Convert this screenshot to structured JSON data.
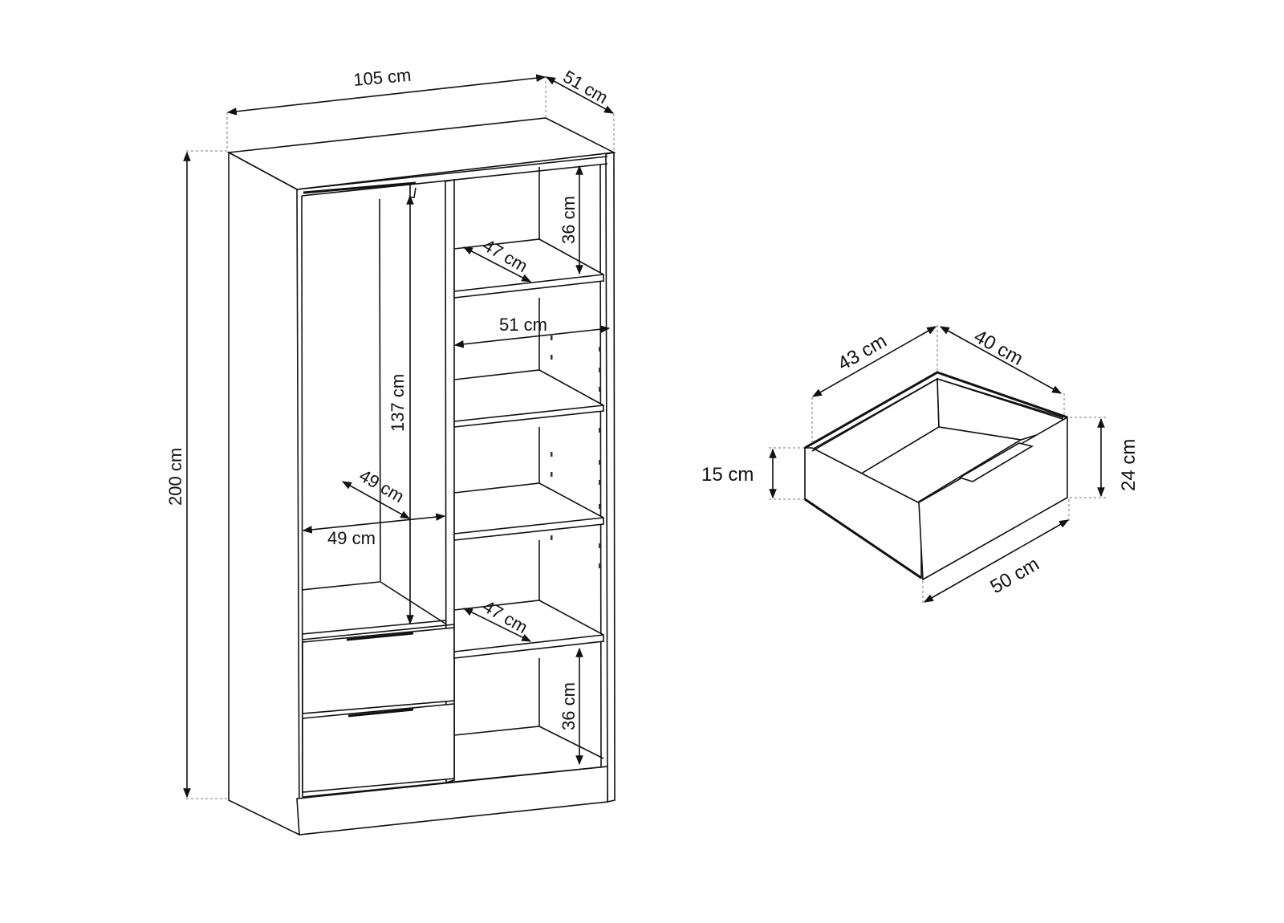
{
  "wardrobe": {
    "dimensions": {
      "width": "105 cm",
      "depth": "51 cm",
      "height": "200 cm",
      "hanging_height": "137 cm",
      "hanging_width": "49 cm",
      "hanging_depth": "49 cm",
      "shelf_top_height": "36 cm",
      "shelf_top_depth": "47 cm",
      "shelf_width": "51 cm",
      "shelf_bottom_depth": "47 cm",
      "shelf_bottom_height": "36 cm"
    }
  },
  "drawer": {
    "dimensions": {
      "inner_width": "43 cm",
      "inner_depth": "40 cm",
      "side_height": "15 cm",
      "front_height": "24 cm",
      "front_width": "50 cm"
    }
  },
  "colors": {
    "line": "#111111",
    "extension_line": "#777777",
    "background": "#ffffff"
  }
}
